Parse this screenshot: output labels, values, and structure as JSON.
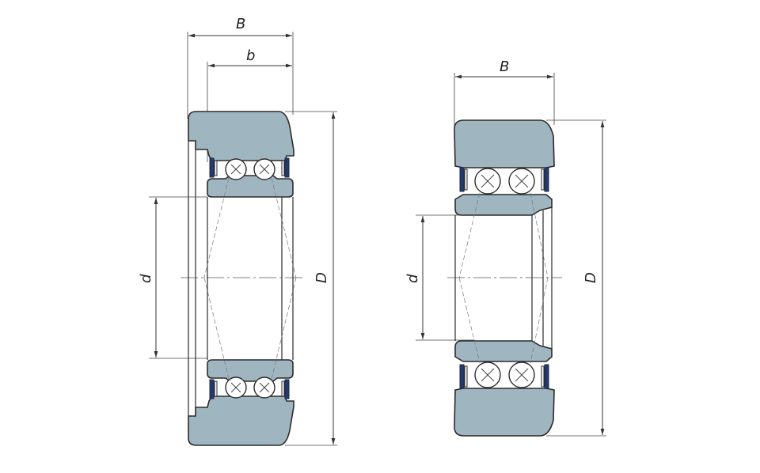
{
  "colors": {
    "ring_fill": "#9fb6c1",
    "seal_fill": "#233a6e",
    "line": "#2b2b2b",
    "background": "#ffffff"
  },
  "left_drawing": {
    "dim_B": "B",
    "dim_b": "b",
    "dim_d": "d",
    "dim_D": "D"
  },
  "right_drawing": {
    "dim_B": "B",
    "dim_d": "d",
    "dim_D": "D"
  }
}
